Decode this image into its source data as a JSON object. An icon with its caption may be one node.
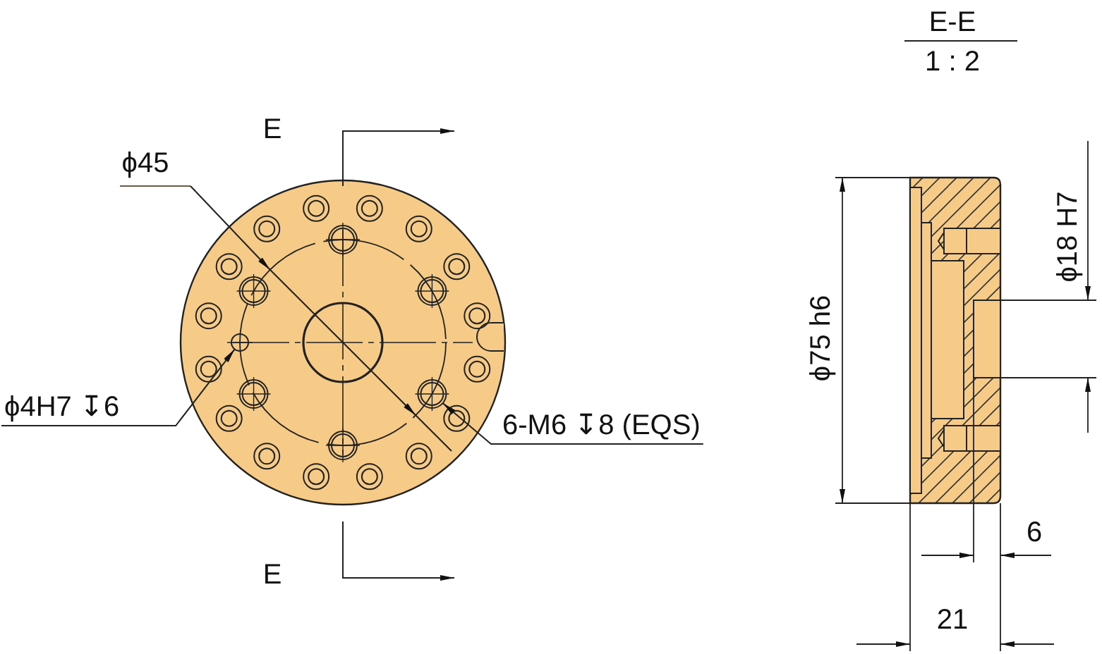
{
  "diagram": {
    "nodes": [
      {
        "text": [
          "ϕ4H7 ↧6"
        ]
      },
      {
        "text": [],
        "shape": "circle"
      },
      {
        "text": [
          "6-M6 ↧8 (EQS)"
        ]
      },
      {
        "text": [],
        "shape": "circle"
      }
    ],
    "edges": [
      {
        "from": 0,
        "to": 1,
        "arrow": "to"
      },
      {
        "from": 2,
        "to": 3,
        "arrow": "to"
      }
    ],
    "labels": [
      "E-E",
      "1 : 2",
      "E",
      "ϕ45",
      "ϕ18 H7",
      "ϕ75 h6",
      "E",
      "6",
      "21"
    ]
  }
}
